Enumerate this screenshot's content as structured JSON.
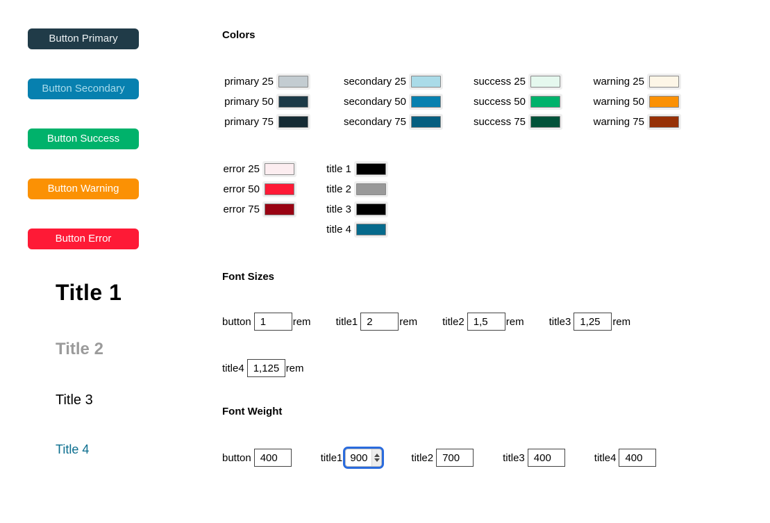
{
  "ui": {
    "focus_ring_color": "#2a6bdd"
  },
  "sidebar": {
    "buttons": [
      {
        "label": "Button Primary",
        "bg": "#203b48",
        "text_color": "#ecf1f3"
      },
      {
        "label": "Button Secondary",
        "bg": "#0780af",
        "text_color": "#a9dbeb"
      },
      {
        "label": "Button Success",
        "bg": "#00b26b",
        "text_color": "#ffffff"
      },
      {
        "label": "Button Warning",
        "bg": "#fb9104",
        "text_color": "#ffffff"
      },
      {
        "label": "Button Error",
        "bg": "#fe1a36",
        "text_color": "#ffffff"
      }
    ],
    "titles": [
      {
        "label": "Title 1",
        "color": "#000000"
      },
      {
        "label": "Title 2",
        "color": "#9b9b9b"
      },
      {
        "label": "Title 3",
        "color": "#000000"
      },
      {
        "label": "Title 4",
        "color": "#0a6d8e"
      }
    ]
  },
  "colors": {
    "heading": "Colors",
    "groups": [
      {
        "columns": [
          {
            "cells": [
              {
                "label": "primary 25",
                "value": "#c3ccd1"
              },
              {
                "label": "primary 50",
                "value": "#1c3a47"
              },
              {
                "label": "primary 75",
                "value": "#152b34"
              }
            ]
          },
          {
            "cells": [
              {
                "label": "secondary 25",
                "value": "#aadbe8"
              },
              {
                "label": "secondary 50",
                "value": "#0780af"
              },
              {
                "label": "secondary 75",
                "value": "#055e7f"
              }
            ]
          },
          {
            "cells": [
              {
                "label": "success 25",
                "value": "#e5f8ee"
              },
              {
                "label": "success 50",
                "value": "#00b26b"
              },
              {
                "label": "success 75",
                "value": "#015239"
              }
            ]
          },
          {
            "cells": [
              {
                "label": "warning 25",
                "value": "#fdf6e7"
              },
              {
                "label": "warning 50",
                "value": "#fb9104"
              },
              {
                "label": "warning 75",
                "value": "#963005"
              }
            ]
          }
        ]
      },
      {
        "columns": [
          {
            "cells": [
              {
                "label": "error 25",
                "value": "#fcedf0"
              },
              {
                "label": "error 50",
                "value": "#fe1a36"
              },
              {
                "label": "error 75",
                "value": "#990313"
              }
            ]
          },
          {
            "cells": [
              {
                "label": "title 1",
                "value": "#000000"
              },
              {
                "label": "title 2",
                "value": "#999999"
              },
              {
                "label": "title 3",
                "value": "#000000"
              },
              {
                "label": "title 4",
                "value": "#066a8c"
              }
            ]
          }
        ]
      }
    ]
  },
  "font_sizes": {
    "heading": "Font Sizes",
    "unit": "rem",
    "rows": [
      [
        {
          "label": "button",
          "value": "1"
        },
        {
          "label": "title1",
          "value": "2"
        },
        {
          "label": "title2",
          "value": "1,5"
        },
        {
          "label": "title3",
          "value": "1,25"
        }
      ],
      [
        {
          "label": "title4",
          "value": "1,125"
        }
      ]
    ]
  },
  "font_weights": {
    "heading": "Font Weight",
    "items": [
      {
        "label": "button",
        "value": "400",
        "focused": false
      },
      {
        "label": "title1",
        "value": "900",
        "focused": true
      },
      {
        "label": "title2",
        "value": "700",
        "focused": false
      },
      {
        "label": "title3",
        "value": "400",
        "focused": false
      },
      {
        "label": "title4",
        "value": "400",
        "focused": false
      }
    ]
  }
}
